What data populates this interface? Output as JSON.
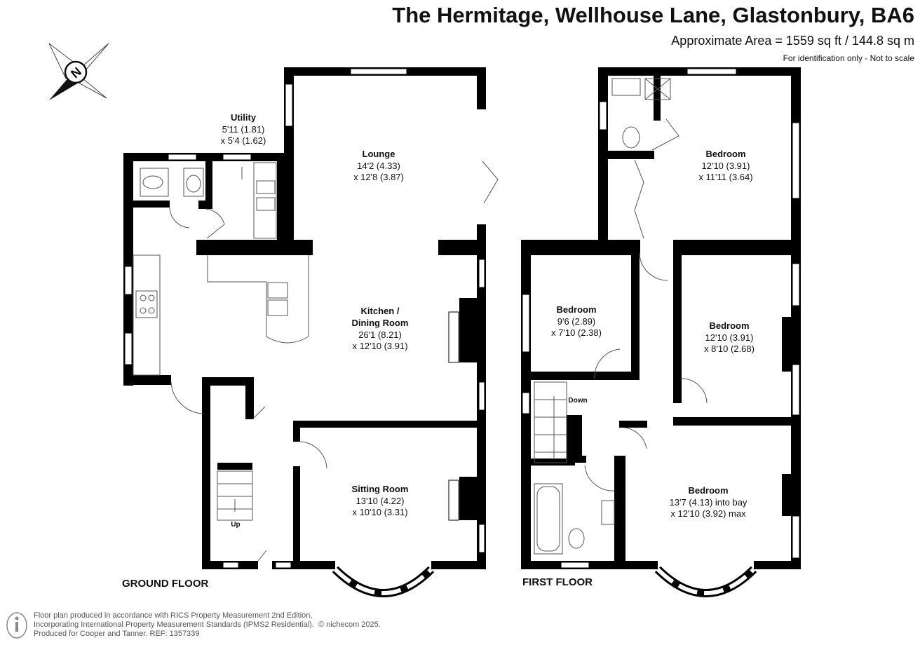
{
  "header": {
    "title": "The Hermitage, Wellhouse Lane, Glastonbury, BA6",
    "area": "Approximate Area = 1559 sq ft / 144.8 sq m",
    "identification": "For identification only - Not to scale"
  },
  "compass": {
    "letter": "N",
    "icon": "compass-rose-icon"
  },
  "ground_floor": {
    "label": "GROUND FLOOR",
    "rooms": {
      "utility": {
        "name": "Utility",
        "dim1": "5'11 (1.81)",
        "dim2": "x 5'4 (1.62)"
      },
      "lounge": {
        "name": "Lounge",
        "dim1": "14'2 (4.33)",
        "dim2": "x 12'8 (3.87)"
      },
      "kitchen": {
        "name1": "Kitchen /",
        "name2": "Dining Room",
        "dim1": "26'1 (8.21)",
        "dim2": "x 12'10 (3.91)"
      },
      "sitting": {
        "name": "Sitting Room",
        "dim1": "13'10 (4.22)",
        "dim2": "x 10'10 (3.31)"
      }
    },
    "stairs_label": "Up"
  },
  "first_floor": {
    "label": "FIRST FLOOR",
    "rooms": {
      "bed1": {
        "name": "Bedroom",
        "dim1": "12'10 (3.91)",
        "dim2": "x 11'11 (3.64)"
      },
      "bed2": {
        "name": "Bedroom",
        "dim1": "9'6 (2.89)",
        "dim2": "x 7'10 (2.38)"
      },
      "bed3": {
        "name": "Bedroom",
        "dim1": "12'10 (3.91)",
        "dim2": "x 8'10 (2.68)"
      },
      "bed4": {
        "name": "Bedroom",
        "dim1": "13'7 (4.13) into bay",
        "dim2": "x 12'10 (3.92) max"
      }
    },
    "stairs_label": "Down"
  },
  "footer": {
    "line1": "Floor plan produced in accordance with RICS Property Measurement 2nd Edition,",
    "line2": "Incorporating International Property Measurement Standards (IPMS2 Residential).",
    "copyright": "© nichecom 2025.",
    "line3": "Produced for Cooper and Tanner.   REF: 1357339"
  },
  "colors": {
    "wall": "#000000",
    "fixture": "#555555",
    "text": "#111111"
  }
}
